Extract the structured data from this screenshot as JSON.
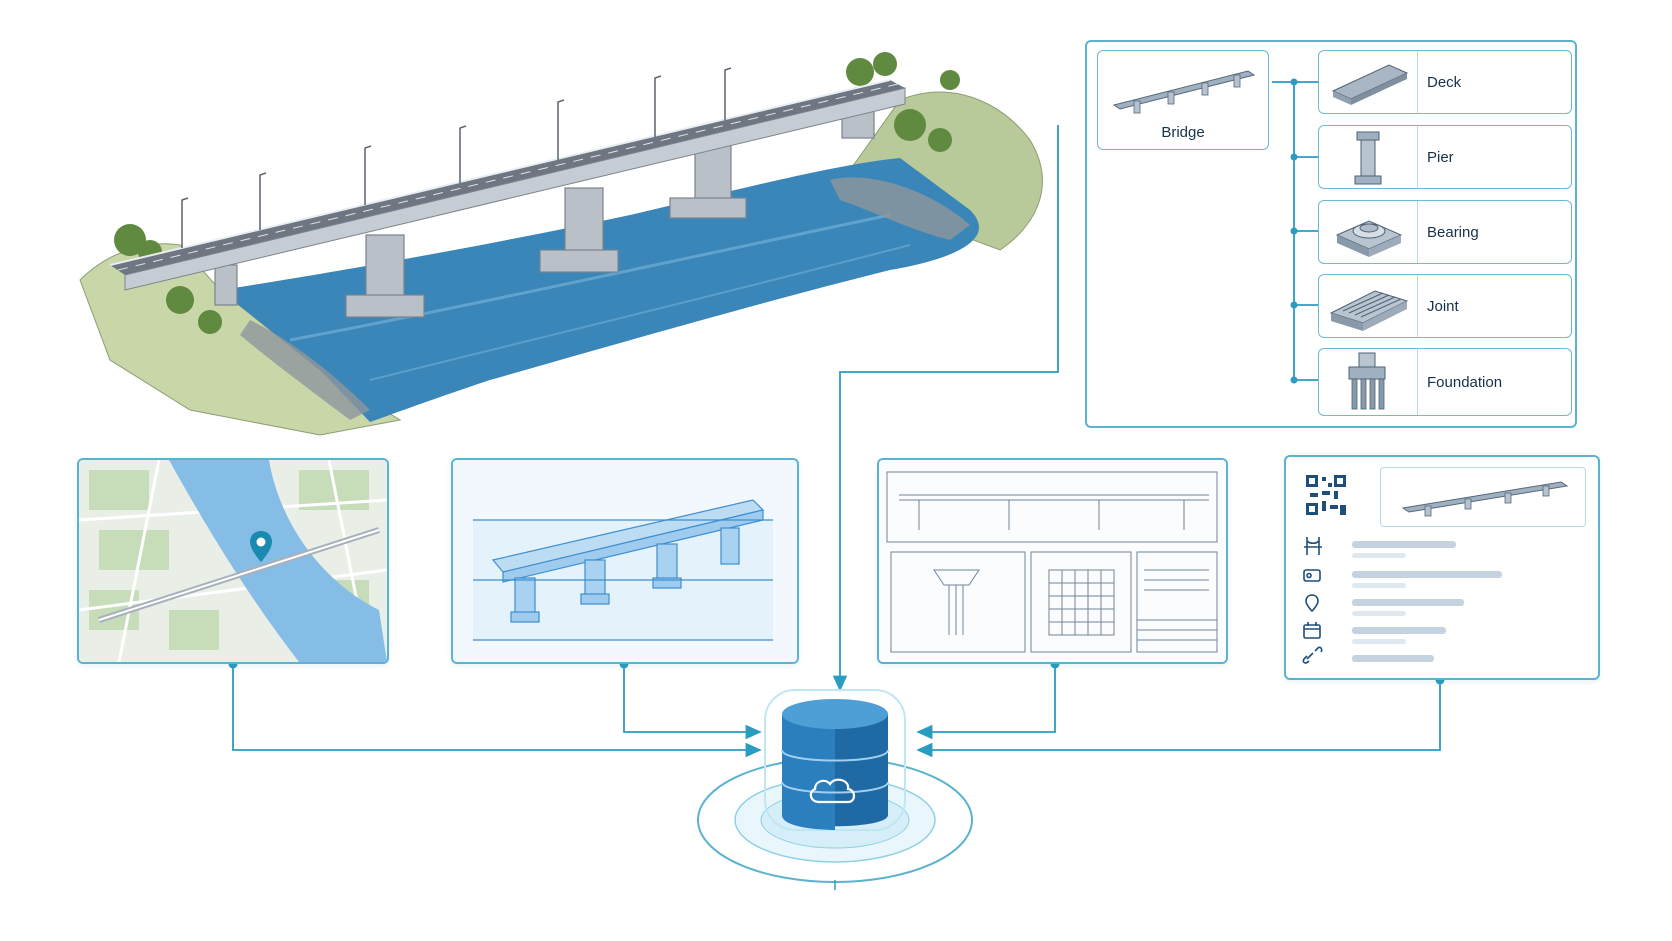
{
  "colors": {
    "accent": "#1a8ab0",
    "connector": "#2a9cc0",
    "database": "#1f6aa5",
    "water": "#3a86b8",
    "text": "#16324a"
  },
  "hierarchy": {
    "root": {
      "label": "Bridge"
    },
    "components": [
      {
        "label": "Deck",
        "icon": "deck-icon"
      },
      {
        "label": "Pier",
        "icon": "pier-icon"
      },
      {
        "label": "Bearing",
        "icon": "bearing-icon"
      },
      {
        "label": "Joint",
        "icon": "joint-icon"
      },
      {
        "label": "Foundation",
        "icon": "foundation-icon"
      }
    ]
  },
  "panels": [
    {
      "id": "map-panel",
      "icon": "location-pin-icon"
    },
    {
      "id": "model-3d-panel",
      "icon": "wireframe-bridge-icon"
    },
    {
      "id": "drawings-panel",
      "icon": "blueprint-icon"
    },
    {
      "id": "asset-card-panel",
      "icon": "qr-code-icon"
    }
  ],
  "asset_card": {
    "row_icons": [
      "bridge-icon",
      "id-card-icon",
      "location-pin-icon",
      "calendar-icon",
      "link-icon"
    ]
  },
  "hub": {
    "icon": "cloud-icon",
    "type": "database-icon"
  }
}
